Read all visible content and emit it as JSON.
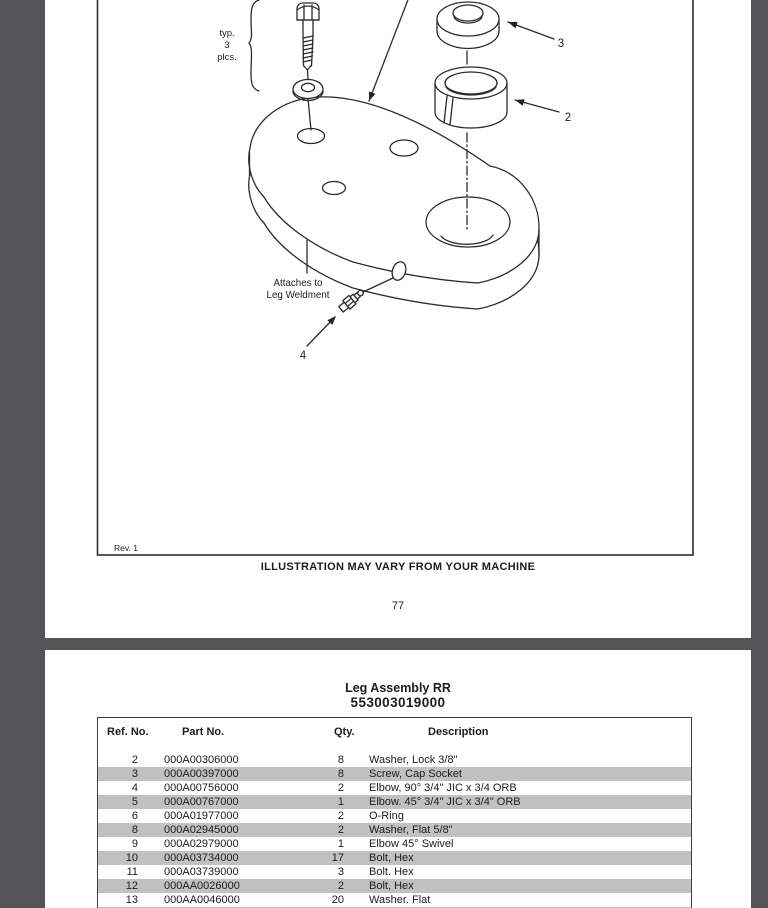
{
  "page1": {
    "drawing": {
      "typ_label_1": "typ.",
      "typ_label_2": "3",
      "typ_label_3": "plcs.",
      "callout_2": "2",
      "callout_3": "3",
      "callout_4": "4",
      "attaches_line1": "Attaches to",
      "attaches_line2": "Leg Weldment",
      "rev": "Rev. 1"
    },
    "caption": "ILLUSTRATION MAY VARY FROM YOUR MACHINE",
    "page_number": "77"
  },
  "page2": {
    "title_line1": "Leg Assembly RR",
    "title_line2": "553003019000",
    "table": {
      "headers": {
        "ref": "Ref. No.",
        "part": "Part No.",
        "qty": "Qty.",
        "desc": "Description"
      },
      "rows": [
        {
          "ref": "2",
          "part": "000A00306000",
          "qty": "8",
          "desc": "Washer, Lock 3/8\""
        },
        {
          "ref": "3",
          "part": "000A00397000",
          "qty": "8",
          "desc": "Screw, Cap Socket"
        },
        {
          "ref": "4",
          "part": "000A00756000",
          "qty": "2",
          "desc": "Elbow, 90° 3/4\" JIC x 3/4 ORB"
        },
        {
          "ref": "5",
          "part": "000A00767000",
          "qty": "1",
          "desc": "Elbow. 45° 3/4\" JIC x 3/4\" ORB"
        },
        {
          "ref": "6",
          "part": "000A01977000",
          "qty": "2",
          "desc": "O-Ring"
        },
        {
          "ref": "8",
          "part": "000A02945000",
          "qty": "2",
          "desc": "Washer, Flat 5/8\""
        },
        {
          "ref": "9",
          "part": "000A02979000",
          "qty": "1",
          "desc": "Elbow  45° Swivel"
        },
        {
          "ref": "10",
          "part": "000A03734000",
          "qty": "17",
          "desc": "Bolt, Hex"
        },
        {
          "ref": "11",
          "part": "000A03739000",
          "qty": "3",
          "desc": "Bolt. Hex"
        },
        {
          "ref": "12",
          "part": "000AA0026000",
          "qty": "2",
          "desc": "Bolt, Hex"
        },
        {
          "ref": "13",
          "part": "000AA0046000",
          "qty": "20",
          "desc": "Washer. Flat"
        }
      ]
    }
  },
  "colors": {
    "viewer_background": "#545456",
    "row_shade": "#c1c1c1",
    "line": "#2b2b2b"
  }
}
